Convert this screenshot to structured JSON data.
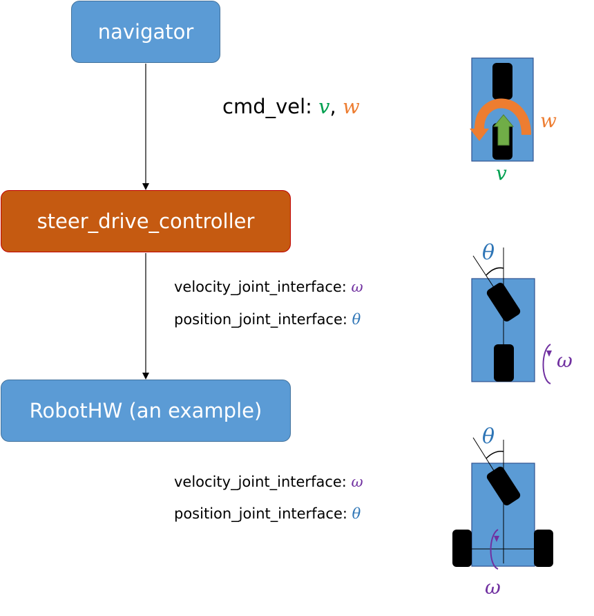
{
  "nodes": {
    "navigator": "navigator",
    "controller": "steer_drive_controller",
    "robothw": "RobotHW (an example)"
  },
  "edges": {
    "cmd_vel": {
      "label": "cmd_vel: ",
      "v": "v",
      "sep": ", ",
      "w": "w"
    },
    "controller_to_hw": {
      "velocity": "velocity_joint_interface: ",
      "omega": "ω",
      "position": "position_joint_interface: ",
      "theta": "θ"
    },
    "hw_out": {
      "velocity": "velocity_joint_interface: ",
      "omega": "ω",
      "position": "position_joint_interface: ",
      "theta": "θ"
    }
  },
  "robots": {
    "top": {
      "v": "v",
      "w": "w"
    },
    "middle": {
      "theta": "θ",
      "omega": "ω"
    },
    "bottom": {
      "theta": "θ",
      "omega": "ω"
    }
  },
  "colors": {
    "v": "#00a050",
    "w": "#ed7d31",
    "omega": "#7030a0",
    "theta": "#2e75b6",
    "node_blue": "#5b9bd5",
    "node_orange": "#c55a11",
    "robot_body": "#5b9bd5",
    "arrow_green": "#70ad47"
  }
}
